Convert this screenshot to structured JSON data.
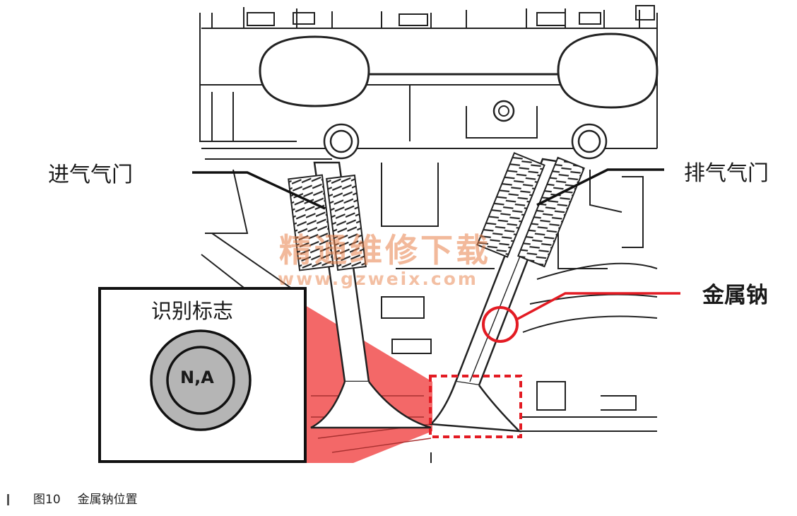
{
  "labels": {
    "intake_valve": "进气气门",
    "exhaust_valve": "排气气门",
    "metal_sodium": "金属钠"
  },
  "id_box": {
    "title": "识别标志",
    "badge": "N,A"
  },
  "watermark": {
    "brand": "精通维修下载",
    "url": "www.gzweix.com"
  },
  "caption": {
    "figure": "图10",
    "title": "金属钠位置"
  },
  "colors": {
    "highlight_red": "#e31b23",
    "highlight_fill": "#f25b5b",
    "badge_gray": "#b5b5b5",
    "watermark_orange": "#e88048",
    "line": "#1a1a1a"
  }
}
